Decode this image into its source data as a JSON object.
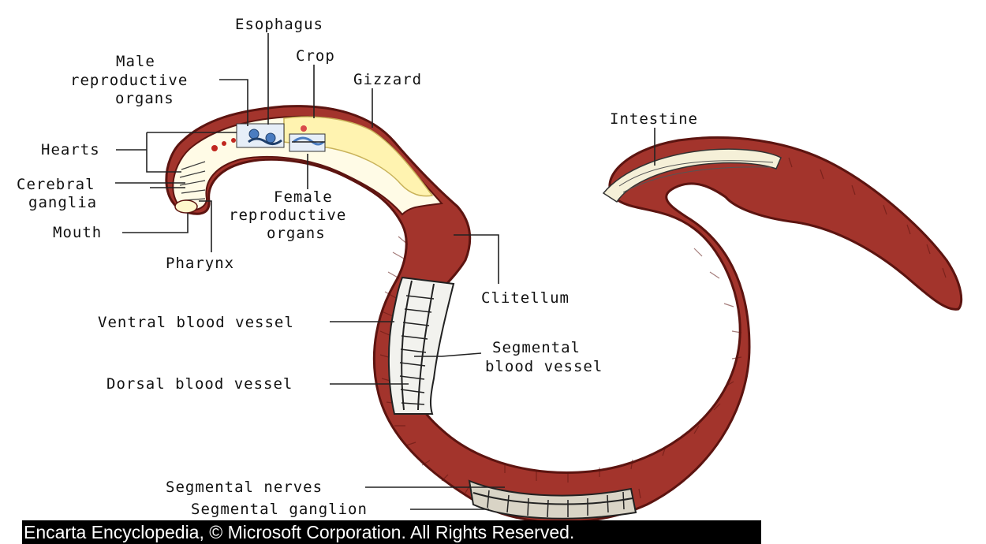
{
  "labels": {
    "esophagus": "Esophagus",
    "male_1": "Male",
    "male_2": "reproductive",
    "male_3": "organs",
    "crop": "Crop",
    "gizzard": "Gizzard",
    "intestine": "Intestine",
    "hearts": "Hearts",
    "cerebral_1": "Cerebral",
    "cerebral_2": "ganglia",
    "female_1": "Female",
    "female_2": "reproductive",
    "female_3": "organs",
    "mouth": "Mouth",
    "pharynx": "Pharynx",
    "clitellum": "Clitellum",
    "ventral": "Ventral blood vessel",
    "segmental_bv_1": "Segmental",
    "segmental_bv_2": "blood vessel",
    "dorsal": "Dorsal blood vessel",
    "seg_nerves": "Segmental nerves",
    "seg_ganglion": "Segmental ganglion"
  },
  "credit": "Encarta Encyclopedia, © Microsoft Corporation. All Rights Reserved.",
  "colors": {
    "body": "#a3342c",
    "body_dark": "#5c1410",
    "gut_fill": "#fff8cc",
    "organ_blue": "#4a7cc0",
    "vessel": "#f2f2ee"
  }
}
